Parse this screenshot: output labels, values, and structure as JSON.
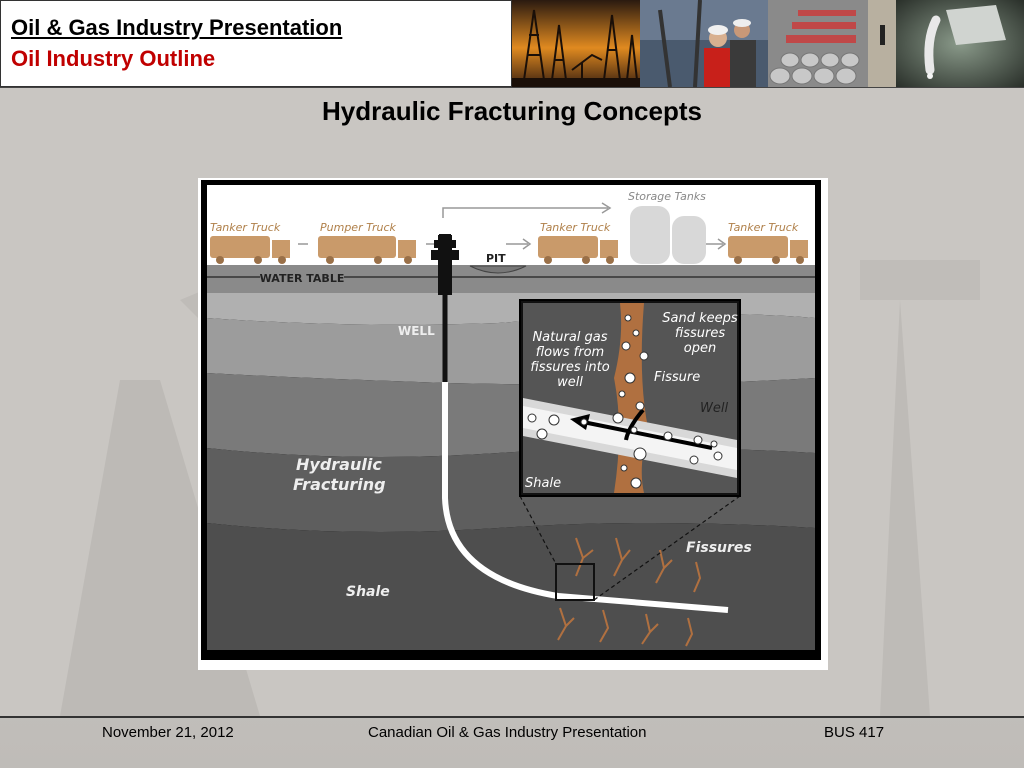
{
  "header": {
    "title": "Oil & Gas Industry Presentation",
    "subtitle": "Oil Industry Outline"
  },
  "slide": {
    "heading": "Hydraulic Fracturing Concepts"
  },
  "diagram": {
    "surface": {
      "tanker_truck_1": "Tanker Truck",
      "pumper_truck": "Pumper Truck",
      "tanker_truck_2": "Tanker Truck",
      "storage_tanks": "Storage Tanks",
      "tanker_truck_3": "Tanker Truck",
      "pit": "PIT",
      "water_table": "WATER TABLE"
    },
    "underground": {
      "well": "WELL",
      "hydraulic_fracturing_line1": "Hydraulic",
      "hydraulic_fracturing_line2": "Fracturing",
      "fissures": "Fissures",
      "shale": "Shale"
    },
    "inset": {
      "natural_gas_line1": "Natural gas",
      "natural_gas_line2": "flows from",
      "natural_gas_line3": "fissures into",
      "natural_gas_line4": "well",
      "sand_line1": "Sand keeps",
      "sand_line2": "fissures",
      "sand_line3": "open",
      "fissure": "Fissure",
      "well": "Well",
      "shale": "Shale"
    }
  },
  "footer": {
    "date": "November 21, 2012",
    "center": "Canadian Oil & Gas Industry Presentation",
    "course": "BUS 417"
  }
}
